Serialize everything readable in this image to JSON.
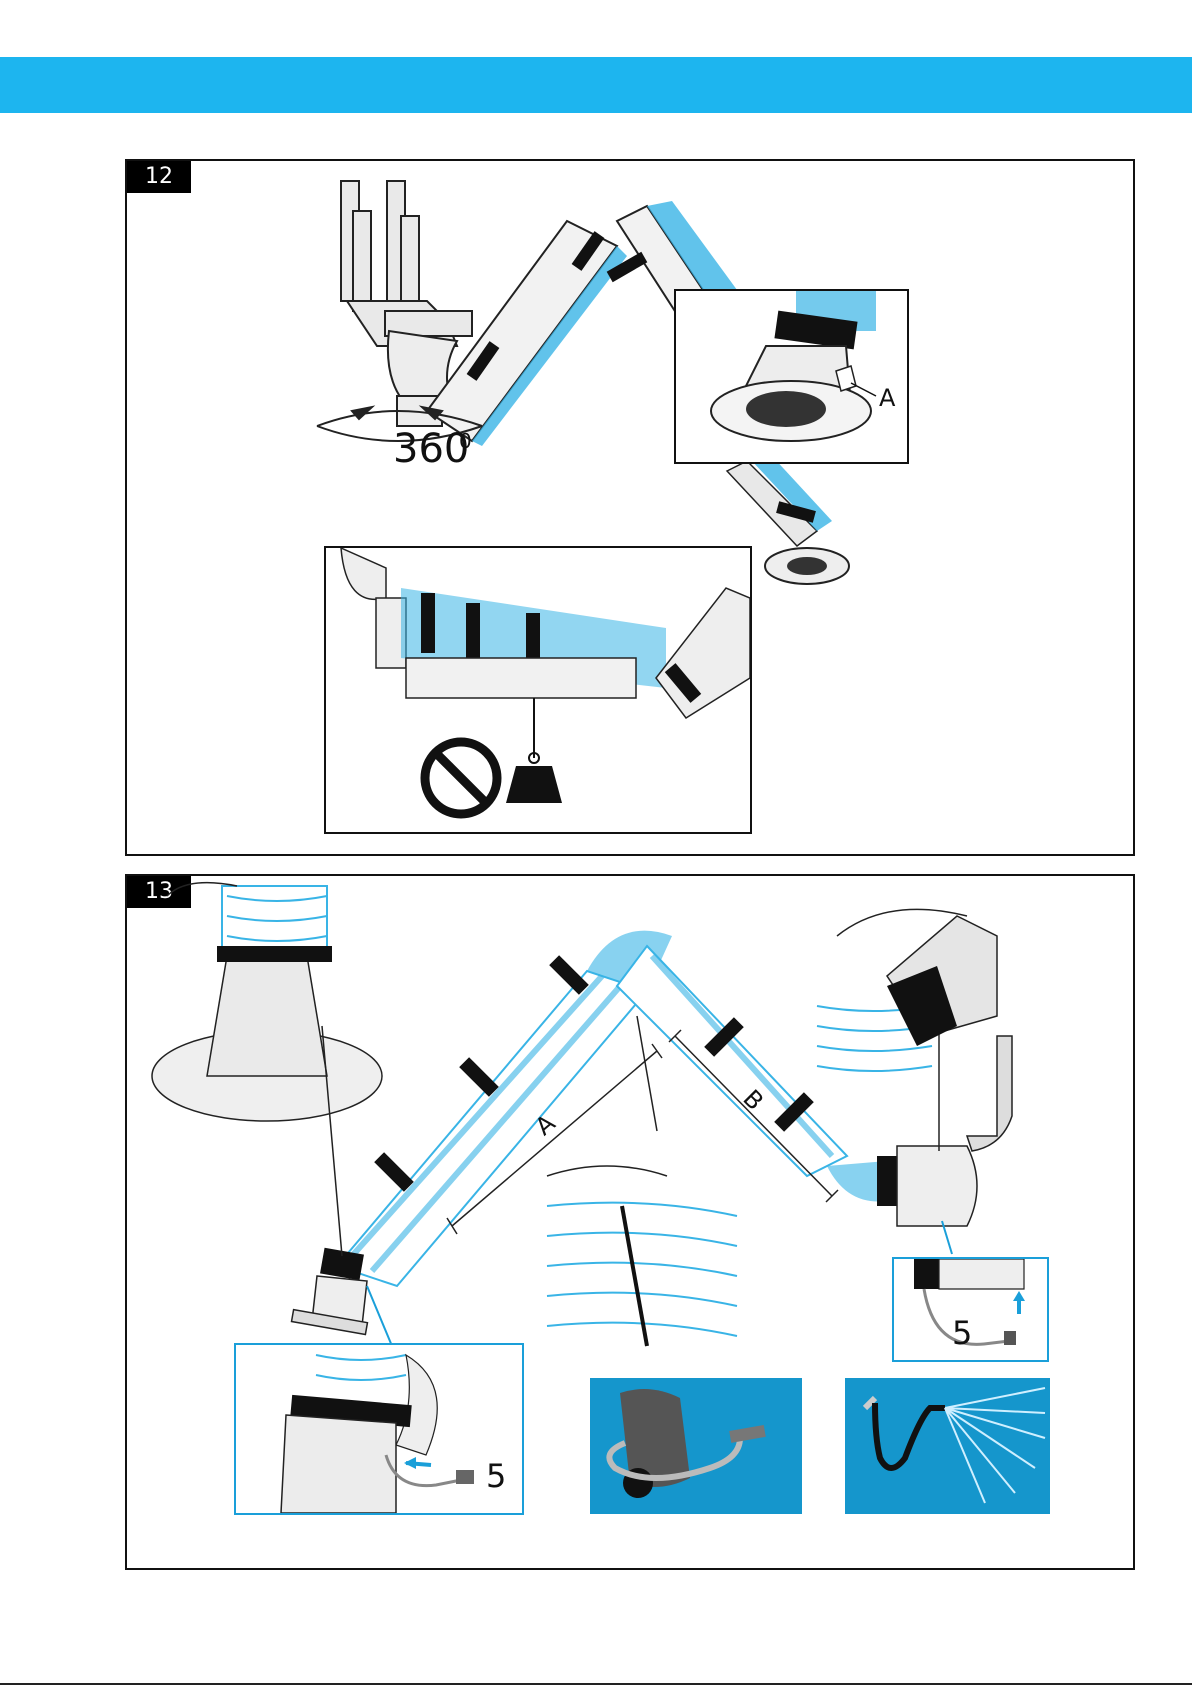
{
  "colors": {
    "header": "#1db5ef",
    "hose_stripe": "#39b4e6",
    "icon_panel": "#1596cc",
    "black": "#111111"
  },
  "figure12": {
    "tag": "12",
    "rotation_value": "360",
    "rotation_unit": "0",
    "callout_a": "A",
    "prohibition_icon": "prohibition-icon",
    "weight_icon": "weight-icon"
  },
  "figure13": {
    "tag": "13",
    "dimension_a": "A",
    "dimension_b": "B",
    "callout_left_5": "5",
    "callout_right_5": "5",
    "vacuum_icon": "vacuum-cleaner-icon",
    "water_icon": "water-spray-icon"
  }
}
